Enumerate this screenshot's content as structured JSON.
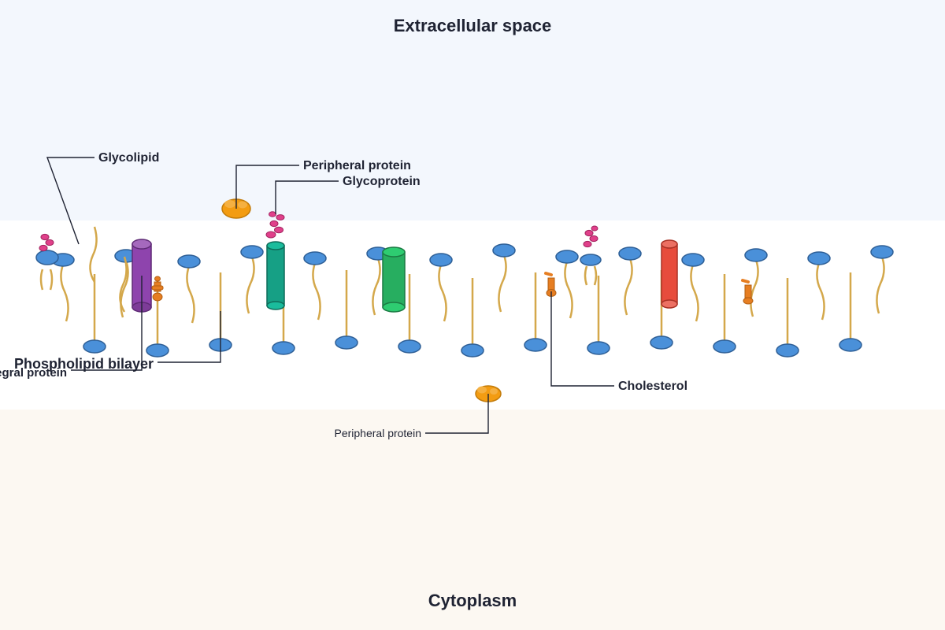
{
  "regions": {
    "top": "Extracellular space",
    "bottom": "Cytoplasm"
  },
  "labels": {
    "glycolipid": "Glycolipid",
    "peripheral_top": "Peripheral protein",
    "glycoprotein": "Glycoprotein",
    "phospholipid": "Phospholipid bilayer",
    "integral": "Integral protein",
    "cholesterol": "Cholesterol",
    "peripheral_bottom": "Peripheral protein"
  },
  "colors": {
    "extracellular_bg": "#f3f7fd",
    "membrane_bg": "#ffffff",
    "cytoplasm_bg": "#fcf8f2",
    "phospholipid_head": "#4a90d9",
    "phospholipid_head_stroke": "#2e5f96",
    "fatty_acid_tail": "#d4a84b",
    "glycolipid_sugar": "#e0408a",
    "integral_protein_purple": "#8e44ad",
    "integral_protein_teal": "#16a085",
    "integral_protein_green": "#27ae60",
    "integral_protein_red": "#e74c3c",
    "peripheral_protein": "#f39c12",
    "cholesterol": "#e67e22",
    "leader_line": "#1f2333"
  }
}
